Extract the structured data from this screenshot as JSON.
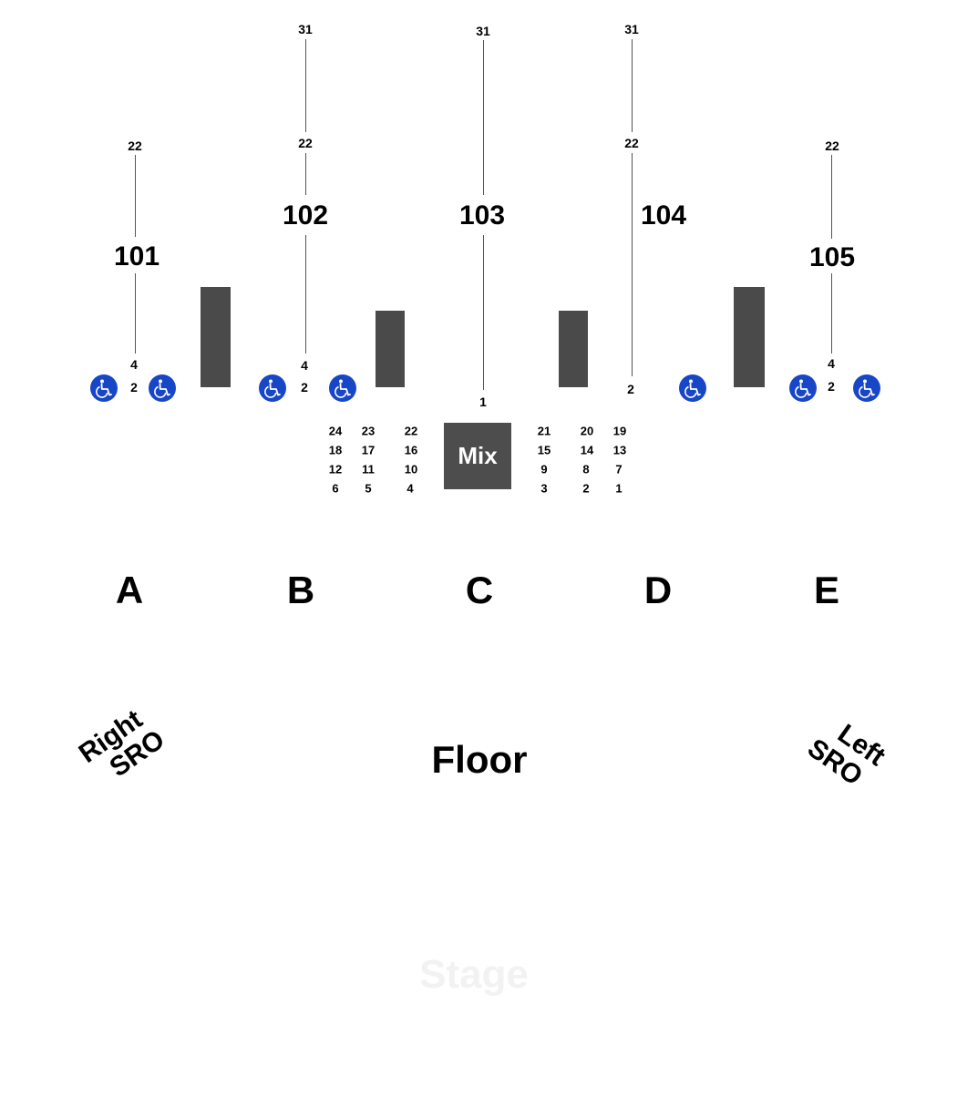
{
  "sections": {
    "s101": {
      "label": "101",
      "row_top": "22",
      "row_mid": "4",
      "row_bottom": "2"
    },
    "s102": {
      "label": "102",
      "row_top": "31",
      "row_mid": "22",
      "row_low": "4",
      "row_bottom": "2"
    },
    "s103": {
      "label": "103",
      "row_top": "31",
      "row_bottom": "1"
    },
    "s104": {
      "label": "104",
      "row_top": "31",
      "row_mid": "22",
      "row_bottom": "2"
    },
    "s105": {
      "label": "105",
      "row_top": "22",
      "row_mid": "4",
      "row_bottom": "2"
    }
  },
  "mix": {
    "label": "Mix",
    "left_seats": [
      [
        "24",
        "23",
        "22"
      ],
      [
        "18",
        "17",
        "16"
      ],
      [
        "12",
        "11",
        "10"
      ],
      [
        "6",
        "5",
        "4"
      ]
    ],
    "right_seats": [
      [
        "21",
        "20",
        "19"
      ],
      [
        "15",
        "14",
        "13"
      ],
      [
        "9",
        "8",
        "7"
      ],
      [
        "3",
        "2",
        "1"
      ]
    ]
  },
  "zones": [
    "A",
    "B",
    "C",
    "D",
    "E"
  ],
  "floor_label": "Floor",
  "sro_right": {
    "line1": "Right",
    "line2": "SRO"
  },
  "sro_left": {
    "line1": "Left",
    "line2": "SRO"
  },
  "stage_label": "Stage",
  "icons": {
    "accessible": "wheelchair-icon"
  },
  "colors": {
    "accessible": "#1746c6",
    "block": "#4a4a4a",
    "line": "#555555"
  }
}
